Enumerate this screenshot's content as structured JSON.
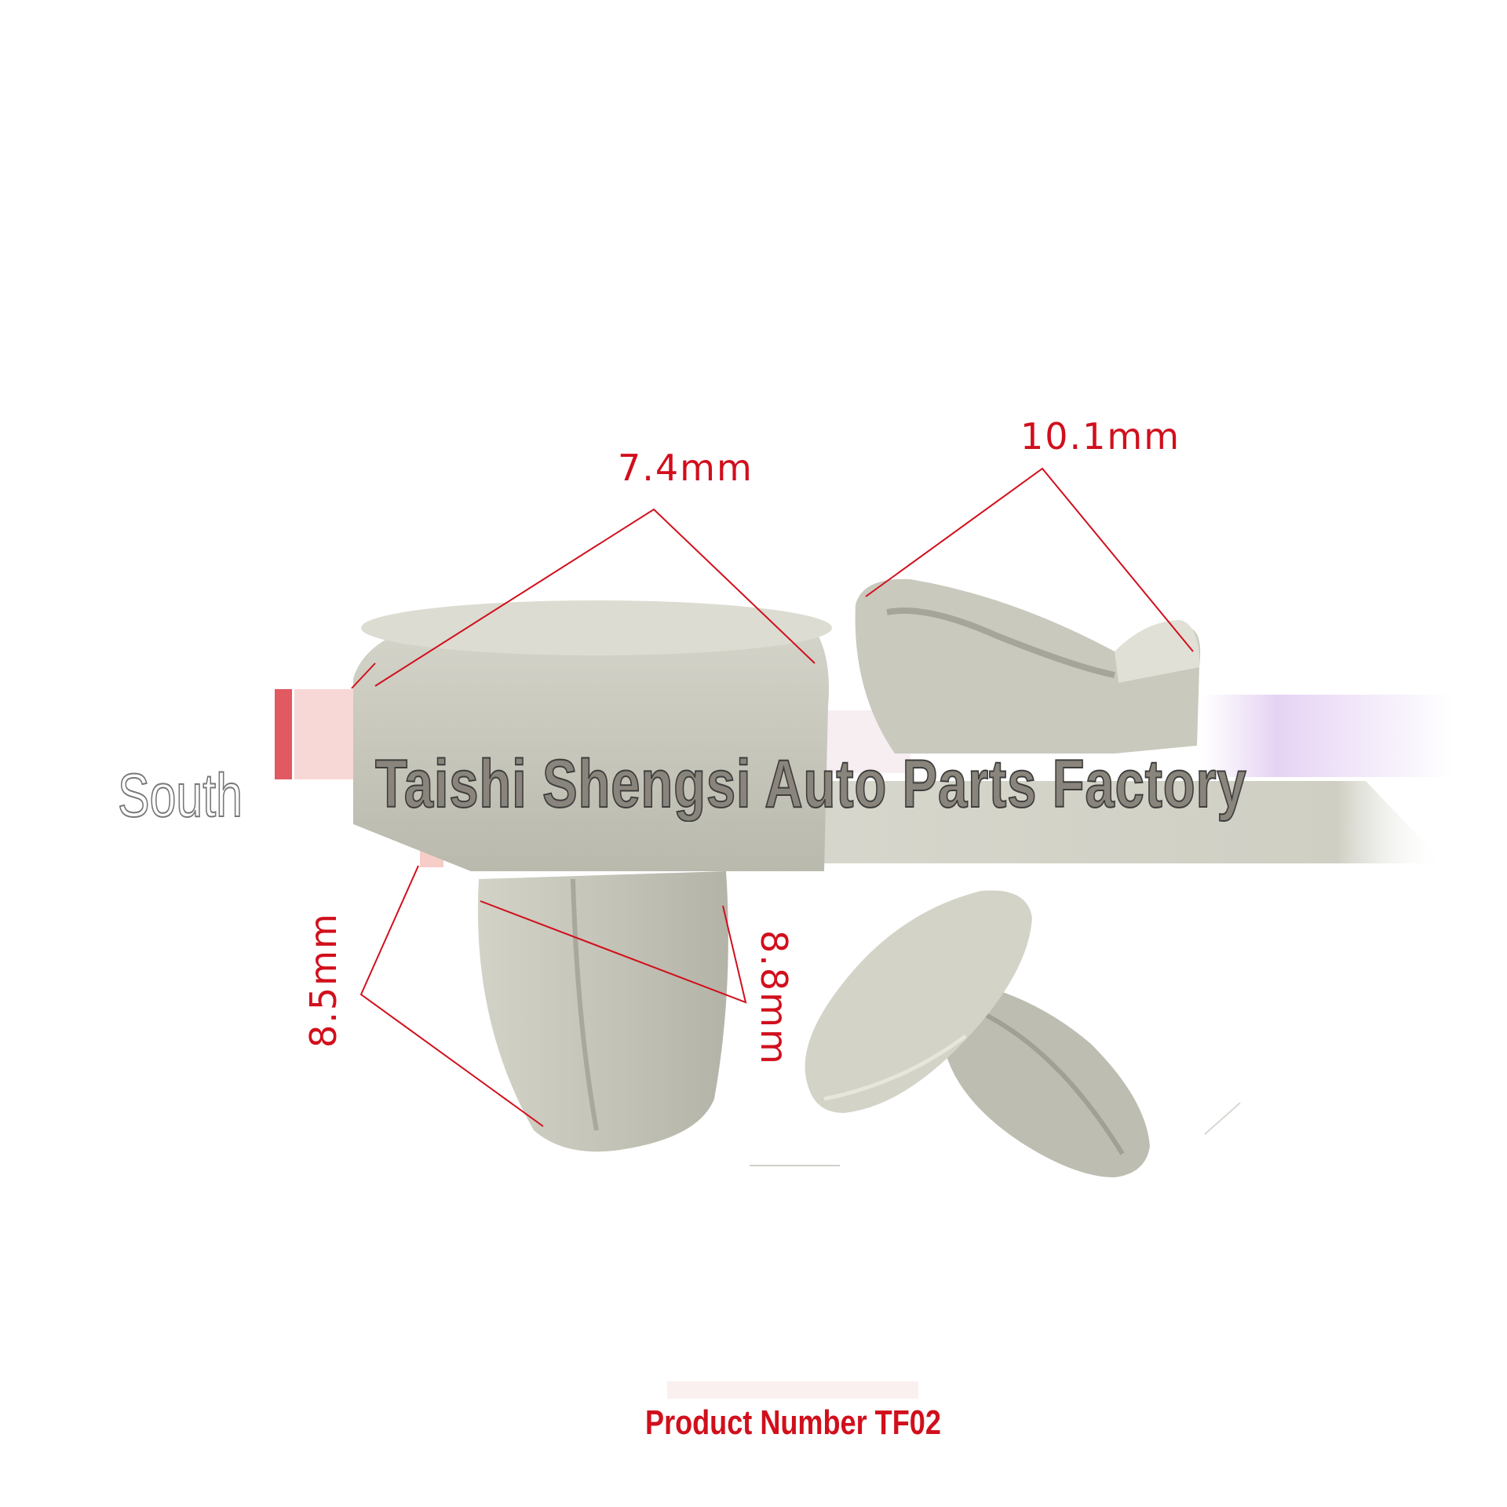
{
  "dimensions": {
    "cap_width": "7.4mm",
    "side_width": "10.1mm",
    "shank_length": "8.5mm",
    "shank_width": "8.8mm"
  },
  "watermark": {
    "prefix": "South",
    "company": "Taishi Shengsi Auto Parts Factory"
  },
  "footer": {
    "product_number": "Product Number TF02"
  },
  "colors": {
    "dimension_red": "#d10f1c",
    "part_gray": "#c9c9be",
    "watermark_gray": "#8a857c"
  }
}
